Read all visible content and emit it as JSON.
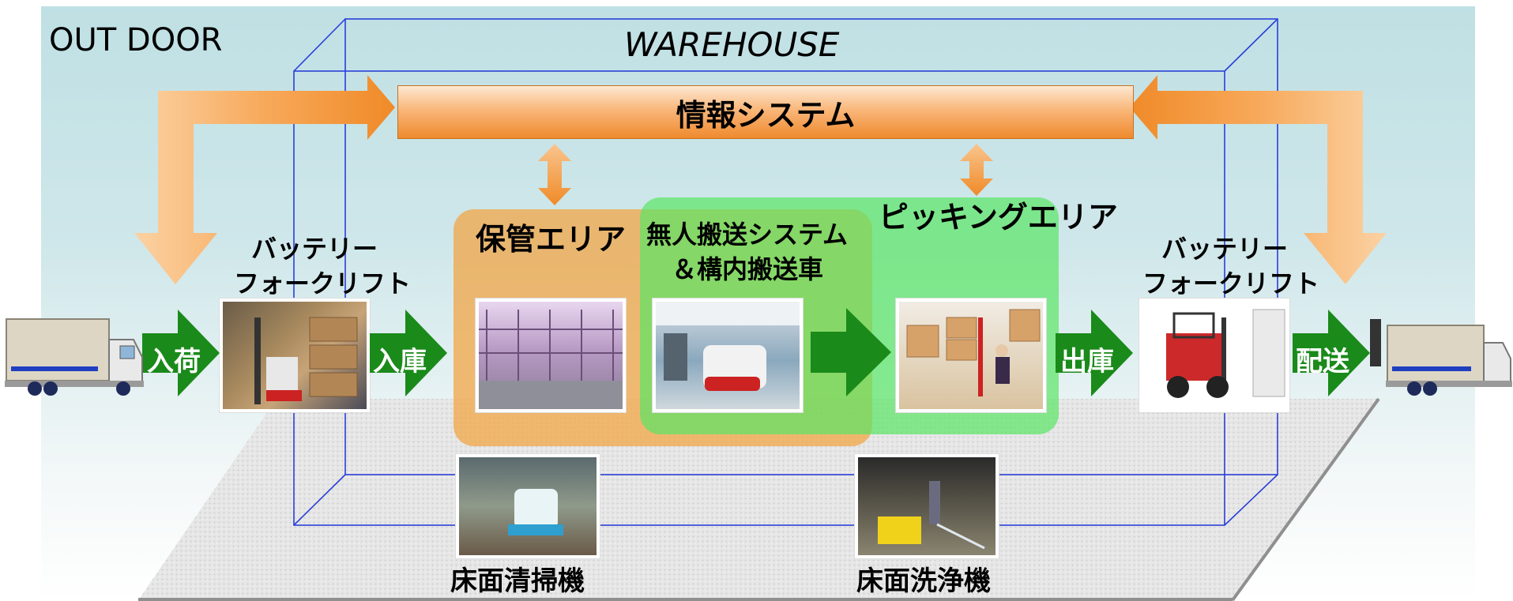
{
  "labels": {
    "outdoor": "OUT DOOR",
    "warehouse": "WAREHOUSE",
    "info_system": "情報システム",
    "storage_area": "保管エリア",
    "agv_line1": "無人搬送システム",
    "agv_line2": "＆構内搬送車",
    "picking_area": "ピッキングエリア",
    "forklift_left_line1": "バッテリー",
    "forklift_left_line2": "フォークリフト",
    "forklift_right_line1": "バッテリー",
    "forklift_right_line2": "フォークリフト",
    "floor_sweeper": "床面清掃機",
    "floor_washer": "床面洗浄機"
  },
  "flow_steps": {
    "receiving": "入荷",
    "storing": "入庫",
    "shipping": "出庫",
    "delivery": "配送"
  },
  "colors": {
    "outdoor_bg": "#bfe0e4",
    "info_bar": "#ef8a2e",
    "storage_zone": "#f2a546",
    "picking_zone": "#5ae664",
    "flow_arrow": "#1a8a1a",
    "warehouse_frame": "#2a3fd8"
  }
}
